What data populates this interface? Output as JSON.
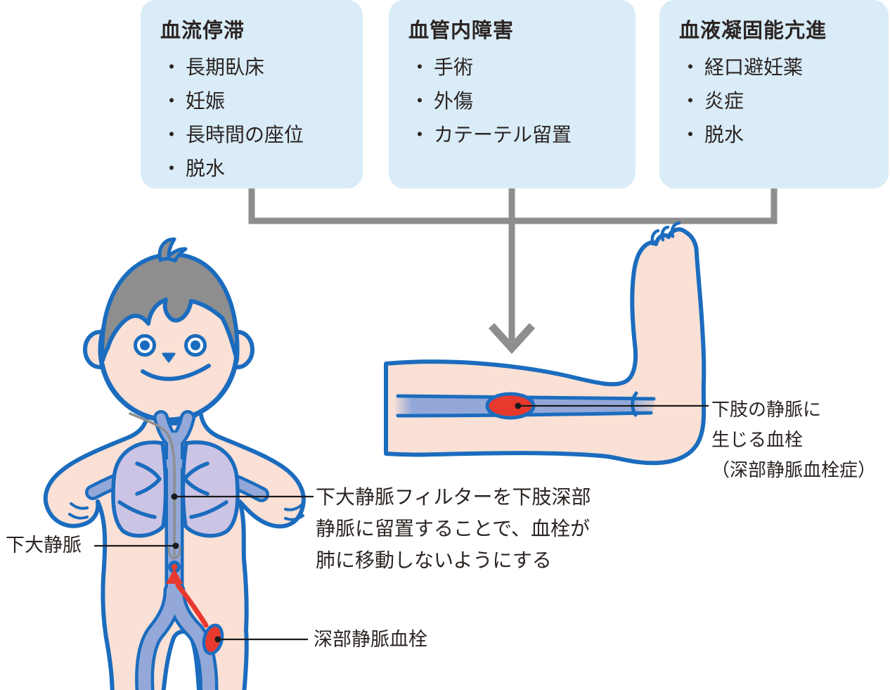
{
  "bullet": "・",
  "boxes": [
    {
      "title": "血流停滞",
      "items": [
        "長期臥床",
        "妊娠",
        "長時間の座位",
        "脱水"
      ]
    },
    {
      "title": "血管内障害",
      "items": [
        "手術",
        "外傷",
        "カテーテル留置"
      ]
    },
    {
      "title": "血液凝固能亢進",
      "items": [
        "経口避妊薬",
        "炎症",
        "脱水"
      ]
    }
  ],
  "labels": {
    "ivc": "下大静脈",
    "dvt": "深部静脈血栓",
    "leg": [
      "下肢の静脈に",
      "生じる血栓",
      "（深部静脈血栓症）"
    ],
    "filter_note": [
      "下大静脈フィルターを下肢深部",
      "静脈に留置することで、血栓が",
      "肺に移動しないようにする"
    ]
  },
  "colors": {
    "box_bg": "#d9ecf8",
    "outline": "#1b6cbe",
    "skin": "#fae0d5",
    "vein": "#93a8d8",
    "lung": "#ccc4e4",
    "red": "#e8392e",
    "gray": "#8e8e8e",
    "hair": "#8e8e8e",
    "ink": "#2b2422",
    "leader": "#1a1a1a"
  }
}
